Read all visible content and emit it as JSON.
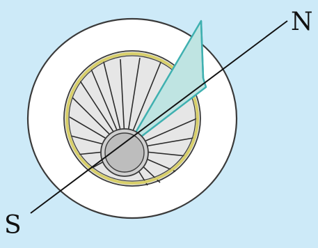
{
  "labels": {
    "north": "N",
    "south": "S"
  },
  "colors": {
    "background": "#cdeaf8",
    "outer_ring": "#ffffff",
    "outline": "#3a3a3a",
    "inner_face": "#e6e6e6",
    "yellow_rim": "#d8cf6a",
    "spokes": "#2b2b2b",
    "hub": "#bdbdbd",
    "sector_fill": "#bfe4e2",
    "sector_edge": "#3fb0b0",
    "axis_line": "#111111"
  },
  "icons": {
    "sundial": "equatorial-sundial-diagram"
  }
}
